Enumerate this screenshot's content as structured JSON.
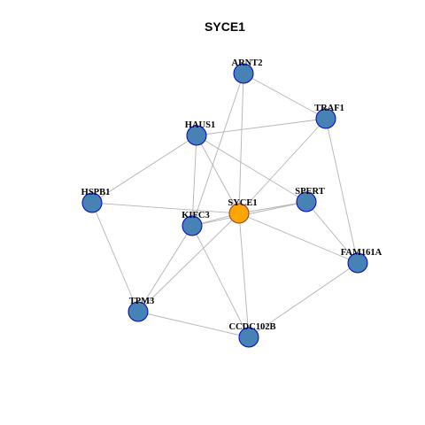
{
  "title": "SYCE1",
  "colors": {
    "node_fill": "#4682B4",
    "node_stroke": "#0000CD",
    "center_fill": "#FFA500",
    "center_stroke": "#8B3A3A",
    "edge": "#B3B3B3"
  },
  "center_node": "SYCE1",
  "nodes": [
    {
      "id": "ARNT2",
      "label": "ARNT2"
    },
    {
      "id": "TRAF1",
      "label": "TRAF1"
    },
    {
      "id": "HAUS1",
      "label": "HAUS1"
    },
    {
      "id": "HSPB1",
      "label": "HSPB1"
    },
    {
      "id": "SPERT",
      "label": "SPERT"
    },
    {
      "id": "SYCE1",
      "label": "SYCE1"
    },
    {
      "id": "KIFC3",
      "label": "KIFC3"
    },
    {
      "id": "FAM161A",
      "label": "FAM161A"
    },
    {
      "id": "TPM3",
      "label": "TPM3"
    },
    {
      "id": "CCDC102B",
      "label": "CCDC102B"
    }
  ],
  "edges": [
    [
      "ARNT2",
      "TRAF1"
    ],
    [
      "ARNT2",
      "SYCE1"
    ],
    [
      "ARNT2",
      "KIFC3"
    ],
    [
      "TRAF1",
      "HAUS1"
    ],
    [
      "TRAF1",
      "SYCE1"
    ],
    [
      "TRAF1",
      "FAM161A"
    ],
    [
      "HAUS1",
      "HSPB1"
    ],
    [
      "HAUS1",
      "SPERT"
    ],
    [
      "HAUS1",
      "KIFC3"
    ],
    [
      "HAUS1",
      "SYCE1"
    ],
    [
      "HSPB1",
      "SYCE1"
    ],
    [
      "HSPB1",
      "TPM3"
    ],
    [
      "SPERT",
      "KIFC3"
    ],
    [
      "SPERT",
      "SYCE1"
    ],
    [
      "SPERT",
      "FAM161A"
    ],
    [
      "SYCE1",
      "KIFC3"
    ],
    [
      "SYCE1",
      "FAM161A"
    ],
    [
      "SYCE1",
      "TPM3"
    ],
    [
      "SYCE1",
      "CCDC102B"
    ],
    [
      "KIFC3",
      "TPM3"
    ],
    [
      "KIFC3",
      "CCDC102B"
    ],
    [
      "FAM161A",
      "CCDC102B"
    ],
    [
      "TPM3",
      "CCDC102B"
    ]
  ]
}
